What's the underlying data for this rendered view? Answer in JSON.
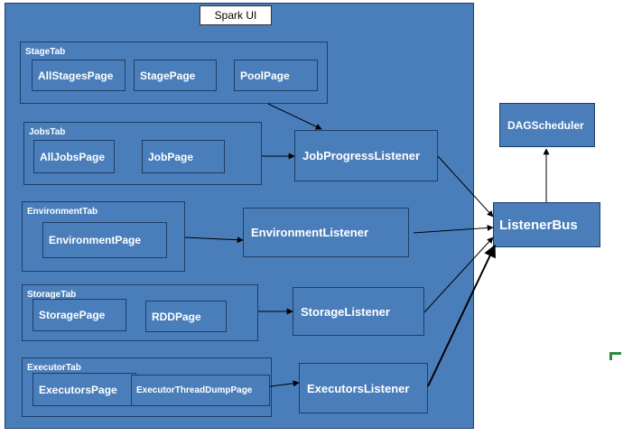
{
  "title": "Spark UI",
  "tabs": {
    "stage": {
      "label": "StageTab",
      "pages": [
        "AllStagesPage",
        "StagePage",
        "PoolPage"
      ]
    },
    "jobs": {
      "label": "JobsTab",
      "pages": [
        "AllJobsPage",
        "JobPage"
      ]
    },
    "environment": {
      "label": "EnvironmentTab",
      "pages": [
        "EnvironmentPage"
      ]
    },
    "storage": {
      "label": "StorageTab",
      "pages": [
        "StoragePage",
        "RDDPage"
      ]
    },
    "executor": {
      "label": "ExecutorTab",
      "pages": [
        "ExecutorsPage",
        "ExecutorThreadDumpPage"
      ]
    }
  },
  "listeners": {
    "job_progress": "JobProgressListener",
    "environment": "EnvironmentListener",
    "storage": "StorageListener",
    "executors": "ExecutorsListener"
  },
  "listener_bus": "ListenerBus",
  "dag_scheduler": "DAGScheduler"
}
